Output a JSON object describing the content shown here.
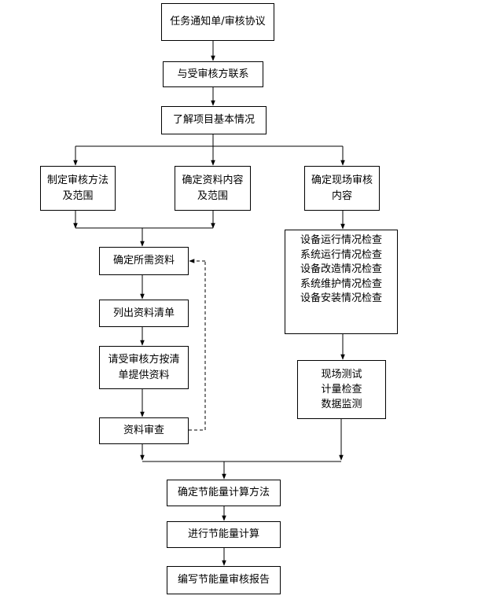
{
  "diagram": {
    "nodes": {
      "notice": "任务通知单/审核协议",
      "contact": "与受审核方联系",
      "understand": "了解项目基本情况",
      "method": "制定审核方法\n及范围",
      "materials_scope": "确定资料内容\n及范围",
      "site_content": "确定现场审核\n内容",
      "required_materials": "确定所需资料",
      "list": "列出资料清单",
      "request": "请受审核方按清\n单提供资料",
      "review": "资料审查",
      "checks": "设备运行情况检查\n系统运行情况检查\n设备改造情况检查\n系统维护情况检查\n设备安装情况检查",
      "tests": "现场测试\n计量检查\n数据监测",
      "calc_method": "确定节能量计算方法",
      "calc": "进行节能量计算",
      "report": "编写节能量审核报告"
    }
  }
}
